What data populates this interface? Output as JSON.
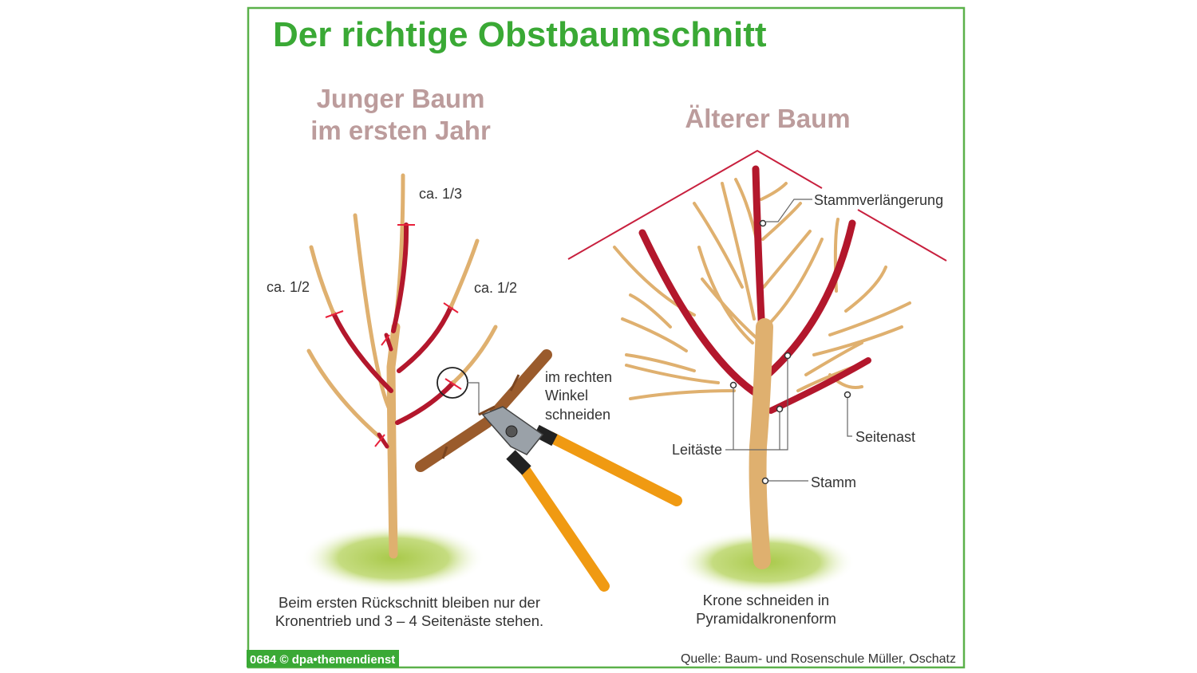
{
  "title": "Der richtige Obstbaumschnitt",
  "left": {
    "heading_line1": "Junger Baum",
    "heading_line2": "im ersten Jahr",
    "label_top": "ca. 1/3",
    "label_left": "ca. 1/2",
    "label_right": "ca. 1/2",
    "tool_note_line1": "im rechten",
    "tool_note_line2": "Winkel",
    "tool_note_line3": "schneiden",
    "caption_line1": "Beim ersten Rückschnitt bleiben nur der",
    "caption_line2": "Kronentrieb und 3 – 4 Seitenäste stehen."
  },
  "right": {
    "heading": "Älterer Baum",
    "label_stammverlaengerung": "Stammverlängerung",
    "label_seitenast": "Seitenast",
    "label_leitaeste": "Leitäste",
    "label_stamm": "Stamm",
    "caption_line1": "Krone schneiden in",
    "caption_line2": "Pyramidalkronenform"
  },
  "footer": {
    "badge": "0684 © dpa•themendienst",
    "source": "Quelle: Baum- und Rosenschule Müller, Oschatz"
  },
  "colors": {
    "green": "#3aa935",
    "red": "#b3172c",
    "tan": "#dfb06f",
    "orange": "#f09a12"
  }
}
